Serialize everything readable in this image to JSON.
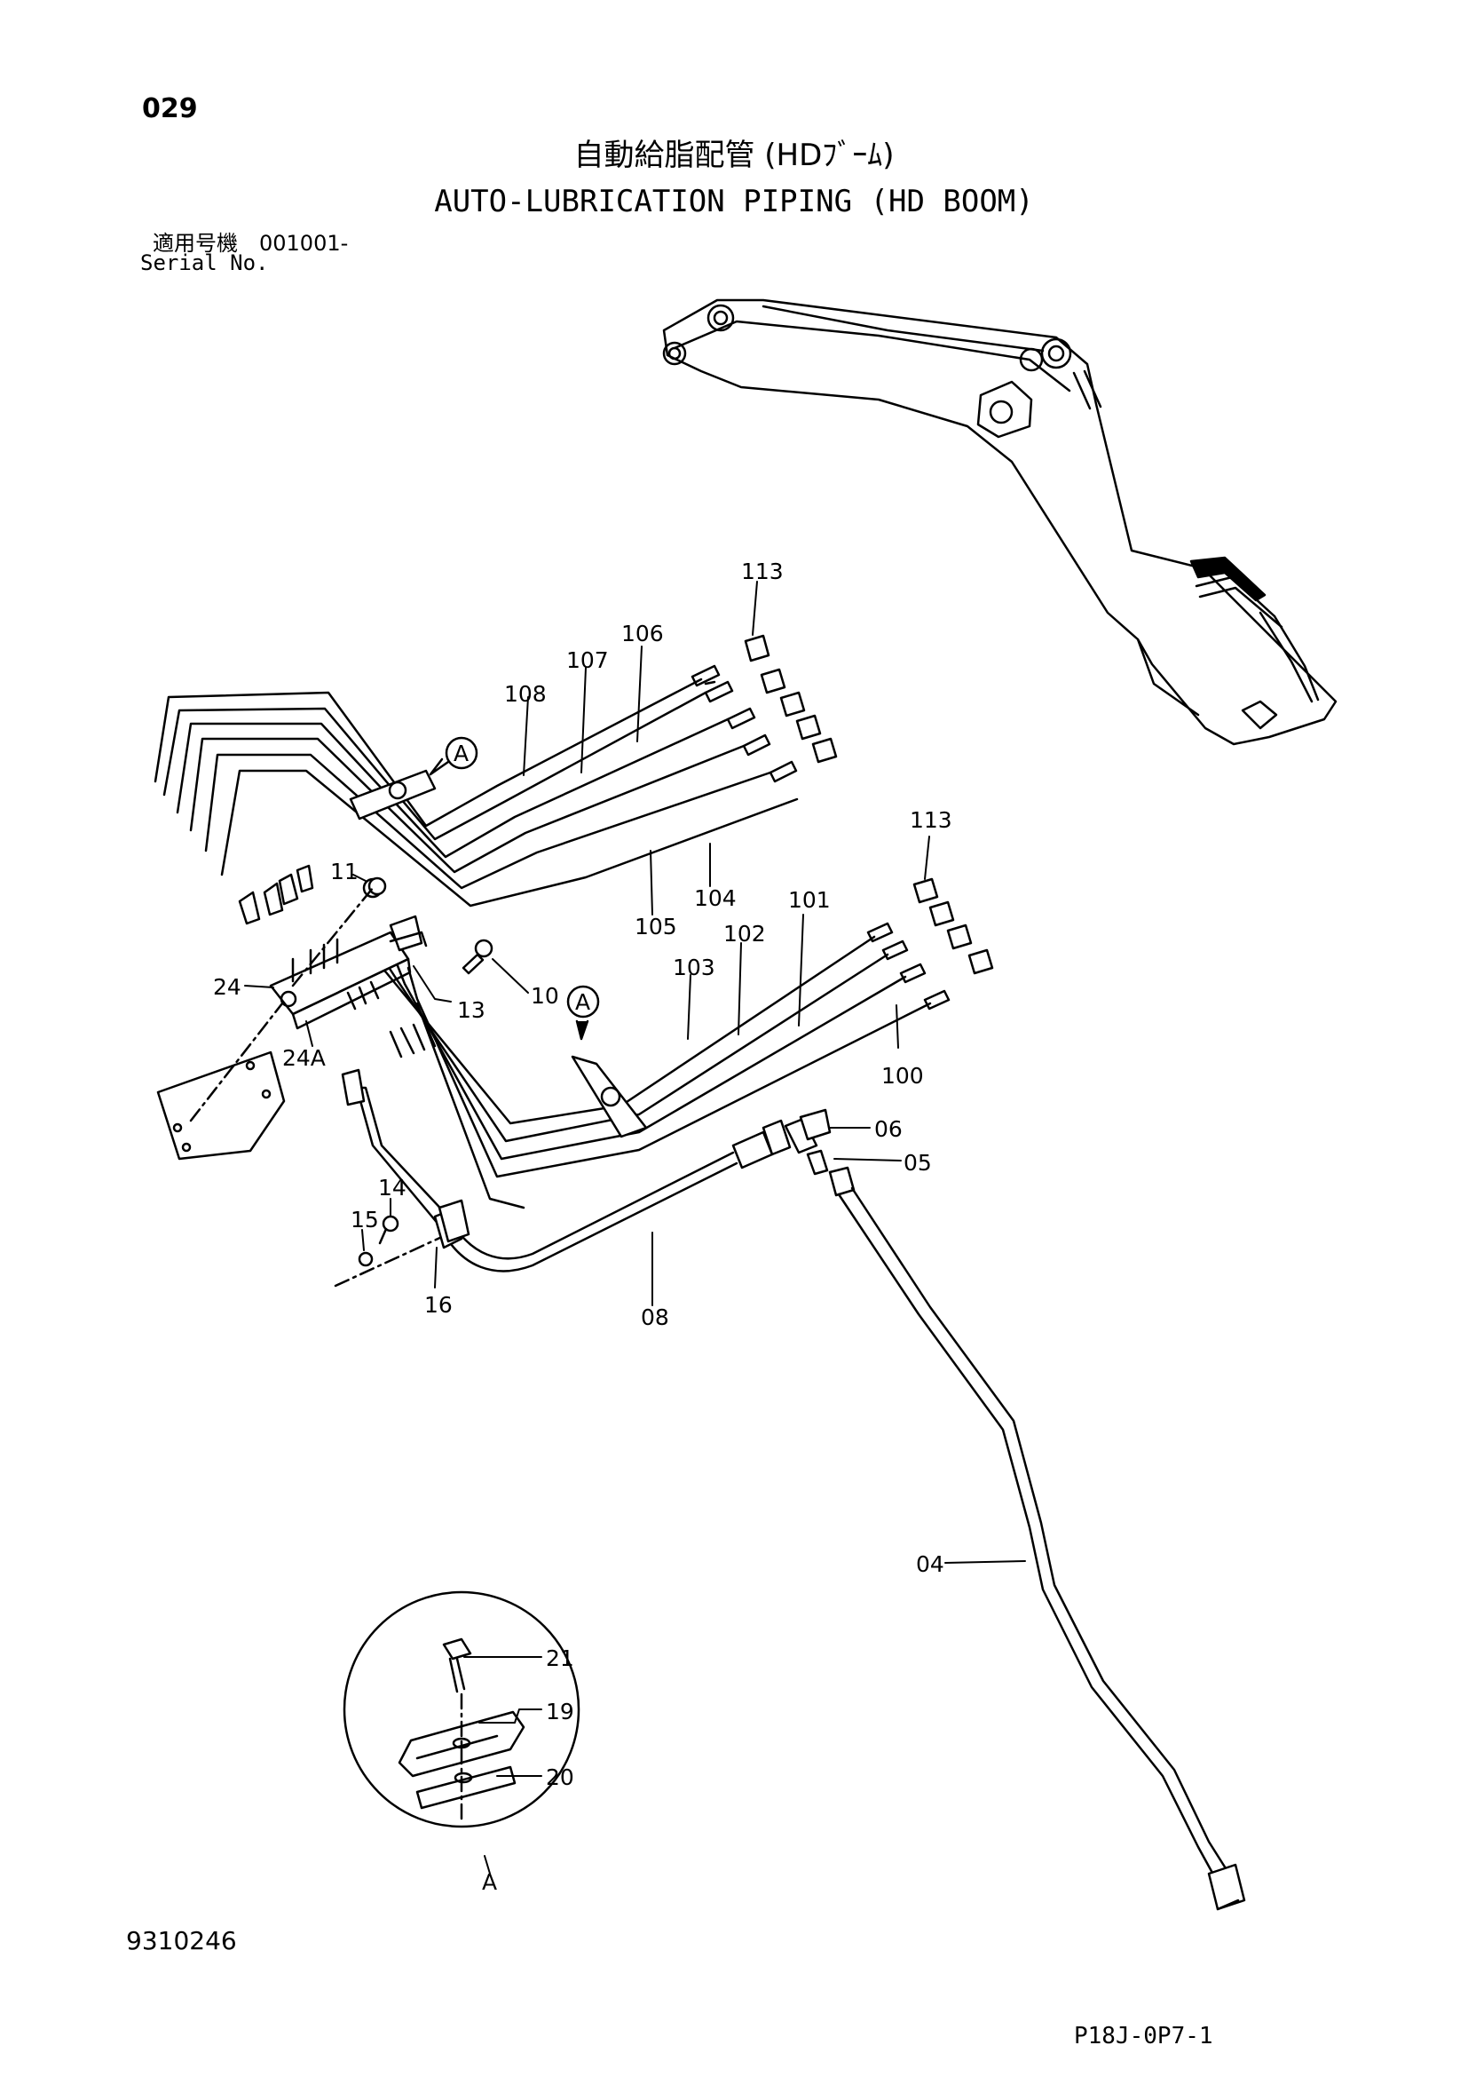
{
  "header": {
    "page_number": "029",
    "title_jp": "自動給脂配管 (HDﾌﾞｰﾑ)",
    "title_en": "AUTO-LUBRICATION PIPING (HD BOOM)",
    "serial_label_jp": "適用号機　001001-",
    "serial_label_en": "Serial No."
  },
  "footer": {
    "drawing_code": "9310246",
    "sheet_code": "P18J-0P7-1"
  },
  "callouts": {
    "p113a": "113",
    "p106": "106",
    "p107": "107",
    "p108": "108",
    "p104": "104",
    "p105": "105",
    "p113b": "113",
    "p101": "101",
    "p102": "102",
    "p103": "103",
    "p100": "100",
    "p11": "11",
    "p10": "10",
    "p13": "13",
    "p24": "24",
    "p24a": "24A",
    "p06": "06",
    "p05": "05",
    "p14": "14",
    "p15": "15",
    "p16": "16",
    "p08": "08",
    "p04": "04",
    "p21": "21",
    "p19": "19",
    "p20": "20",
    "detail_ref_1": "A",
    "detail_ref_2": "A",
    "detail_view": "A"
  }
}
